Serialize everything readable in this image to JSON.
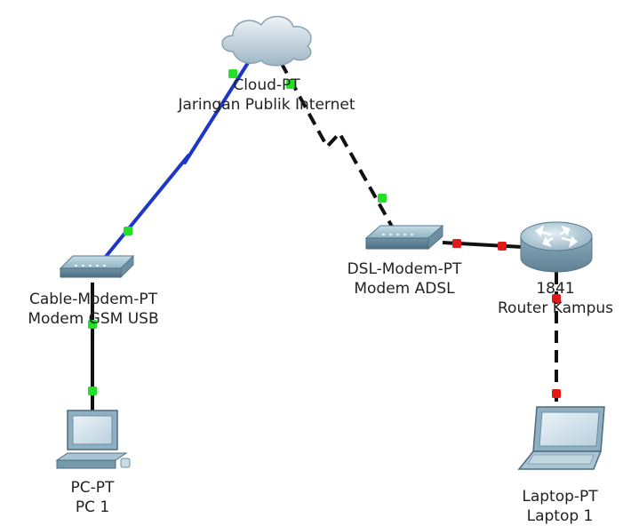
{
  "colors": {
    "serial_link": "#1e36c8",
    "ethernet_link": "#111111",
    "port_up": "#22e026",
    "port_down": "#e11818"
  },
  "devices": [
    {
      "id": "cloud",
      "icon": "cloud-icon",
      "type_label": "Cloud-PT",
      "name_label": "Jaringan Publik Internet"
    },
    {
      "id": "cable_modem",
      "icon": "modem-icon",
      "type_label": "Cable-Modem-PT",
      "name_label": "Modem GSM USB"
    },
    {
      "id": "dsl_modem",
      "icon": "modem-icon",
      "type_label": "DSL-Modem-PT",
      "name_label": "Modem ADSL"
    },
    {
      "id": "router",
      "icon": "router-icon",
      "type_label": "1841",
      "name_label": "Router Kampus"
    },
    {
      "id": "pc",
      "icon": "pc-icon",
      "type_label": "PC-PT",
      "name_label": "PC 1"
    },
    {
      "id": "laptop",
      "icon": "laptop-icon",
      "type_label": "Laptop-PT",
      "name_label": "Laptop 1"
    }
  ],
  "links": [
    {
      "from": "cloud",
      "to": "cable_modem",
      "style": "serial",
      "port_status": [
        "up",
        "up"
      ]
    },
    {
      "from": "cloud",
      "to": "dsl_modem",
      "style": "dashed",
      "port_status": [
        "up",
        "up"
      ]
    },
    {
      "from": "cable_modem",
      "to": "pc",
      "style": "solid",
      "port_status": [
        "up",
        "up"
      ]
    },
    {
      "from": "dsl_modem",
      "to": "router",
      "style": "solid",
      "port_status": [
        "down",
        "down"
      ]
    },
    {
      "from": "router",
      "to": "laptop",
      "style": "dashed",
      "port_status": [
        "down",
        "down"
      ]
    }
  ]
}
